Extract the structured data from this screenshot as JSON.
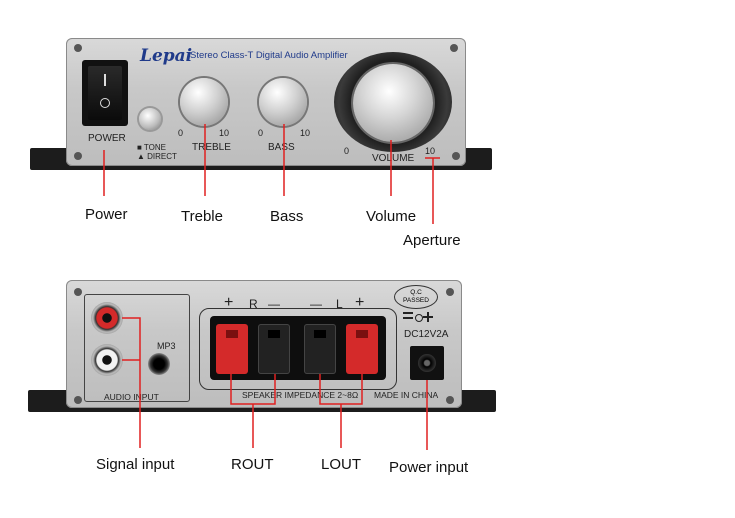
{
  "front": {
    "brand": "Lepai",
    "subtitle": "Stereo Class-T Digital Audio Amplifier",
    "power_label": "POWER",
    "tone_label": "TONE",
    "direct_label": "DIRECT",
    "treble": {
      "label": "TREBLE",
      "min": "0",
      "max": "10"
    },
    "bass": {
      "label": "BASS",
      "min": "0",
      "max": "10"
    },
    "volume": {
      "label": "VOLUME",
      "min": "0",
      "max": "10"
    }
  },
  "back": {
    "mp3_label": "MP3",
    "audio_input_label": "AUDIO INPUT",
    "speaker_plus_r": "+",
    "speaker_r": "R",
    "speaker_minus_r": "—",
    "speaker_minus_l": "—",
    "speaker_l": "L",
    "speaker_plus_l": "+",
    "impedance_label": "SPEAKER IMPEDANCE 2~8Ω",
    "qc_line1": "Q.C",
    "qc_line2": "PASSED",
    "dc_label": "DC12V2A",
    "made_in": "MADE IN CHINA"
  },
  "callouts": {
    "power": "Power",
    "treble": "Treble",
    "bass": "Bass",
    "volume": "Volume",
    "aperture": "Aperture",
    "signal_input": "Signal input",
    "rout": "ROUT",
    "lout": "LOUT",
    "power_input": "Power input"
  },
  "colors": {
    "callout_line": "#e02020",
    "brand": "#1f3a8a",
    "speaker_red": "#d42a2a"
  }
}
